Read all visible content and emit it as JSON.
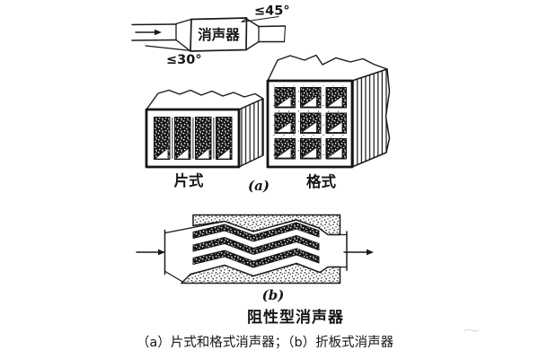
{
  "meta": {
    "paper_color": "#ffffff",
    "ink_color": "#1a1a1a",
    "figure_kind": "scanned textbook line diagram"
  },
  "schematic": {
    "muffler_label": "消声器",
    "outlet_angle_note": "≤45°",
    "inlet_angle_note": "≤30°"
  },
  "panel_a": {
    "plate_label": "片式",
    "grid_label": "格式",
    "tag": "(a)"
  },
  "panel_b": {
    "tag": "(b)"
  },
  "caption": {
    "title": "阻性型消声器",
    "subtitle": "（a）片式和格式消声器；（b）折板式消声器"
  }
}
